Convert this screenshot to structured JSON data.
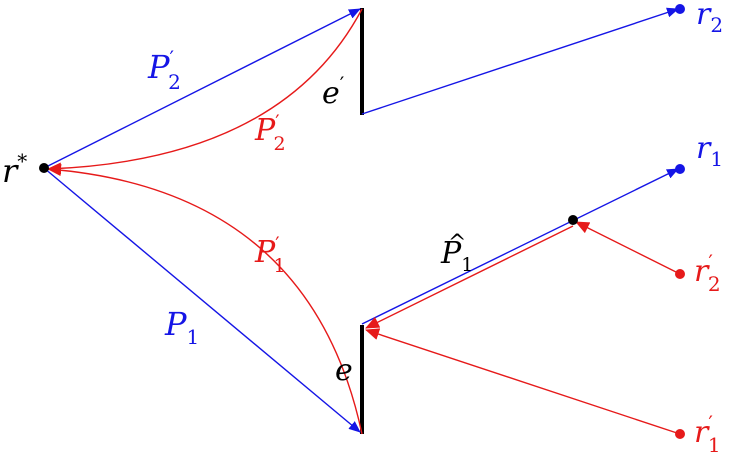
{
  "colors": {
    "blue": "#1515e6",
    "red": "#e61a1a",
    "black": "#000000"
  },
  "labels": {
    "r_star": {
      "base": "r",
      "sup": "*"
    },
    "r2": {
      "base": "r",
      "sub": "2"
    },
    "r1": {
      "base": "r",
      "sub": "1"
    },
    "r2_prime": {
      "base": "r",
      "sup": "′",
      "sub": "2"
    },
    "r1_prime": {
      "base": "r",
      "sup": "′",
      "sub": "1"
    },
    "e_prime": {
      "base": "e",
      "sup": "′"
    },
    "e": {
      "base": "e"
    },
    "P2_prime_blue": {
      "base": "P",
      "sup": "′",
      "sub": "2"
    },
    "P2_prime_red": {
      "base": "P",
      "sup": "′",
      "sub": "2"
    },
    "P1_prime_red": {
      "base": "P",
      "sup": "′",
      "sub": "1"
    },
    "P1_blue": {
      "base": "P",
      "sub": "1"
    },
    "P1_hat": {
      "hat": "^",
      "base": "P",
      "sub": "1"
    }
  }
}
